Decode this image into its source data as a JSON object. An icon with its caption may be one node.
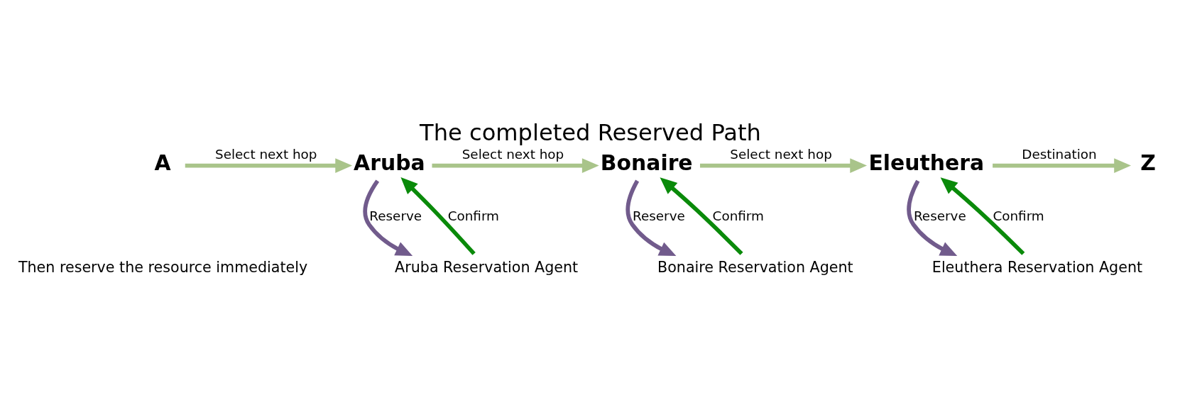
{
  "diagram": {
    "title": "The completed Reserved Path",
    "nodes": [
      {
        "text": [
          "A"
        ]
      },
      {
        "text": [
          "Aruba"
        ]
      },
      {
        "text": [
          "Bonaire"
        ]
      },
      {
        "text": [
          "Eleuthera"
        ]
      },
      {
        "text": [
          "Z"
        ]
      },
      {
        "text": [
          "Aruba Reservation Agent"
        ]
      },
      {
        "text": [
          "Bonaire Reservation Agent"
        ]
      },
      {
        "text": [
          "Eleuthera Reservation Agent"
        ]
      }
    ],
    "edges": [
      {
        "from": 0,
        "to": 1,
        "arrow": "to",
        "label": "Select next hop"
      },
      {
        "from": 1,
        "to": 2,
        "arrow": "to",
        "label": "Select next hop"
      },
      {
        "from": 2,
        "to": 3,
        "arrow": "to",
        "label": "Select next hop"
      },
      {
        "from": 3,
        "to": 4,
        "arrow": "to",
        "label": "Destination"
      },
      {
        "from": 1,
        "to": 5,
        "arrow": "to",
        "label": "Reserve",
        "color": "#715b8c"
      },
      {
        "from": 5,
        "to": 1,
        "arrow": "to",
        "label": "Confirm",
        "color": "#0a8a0a"
      },
      {
        "from": 2,
        "to": 6,
        "arrow": "to",
        "label": "Reserve",
        "color": "#715b8c"
      },
      {
        "from": 6,
        "to": 2,
        "arrow": "to",
        "label": "Confirm",
        "color": "#0a8a0a"
      },
      {
        "from": 3,
        "to": 7,
        "arrow": "to",
        "label": "Reserve",
        "color": "#715b8c"
      },
      {
        "from": 7,
        "to": 3,
        "arrow": "to",
        "label": "Confirm",
        "color": "#0a8a0a"
      }
    ],
    "labels": [
      "Then reserve the resource immediately"
    ]
  }
}
